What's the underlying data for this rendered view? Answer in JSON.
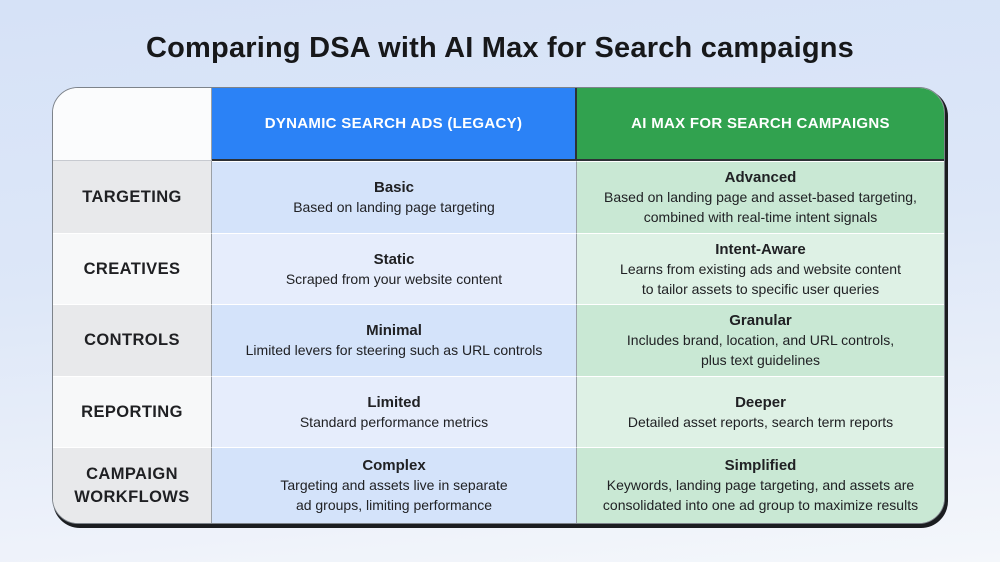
{
  "page_title": "Comparing DSA with AI Max for Search campaigns",
  "colors": {
    "dsa_header": "#2b82f6",
    "aimax_header": "#31a24f",
    "dsa_cell_dark": "#d4e3fa",
    "dsa_cell_light": "#e6edfc",
    "aimax_cell_dark": "#c9e8d4",
    "aimax_cell_light": "#def1e5",
    "label_cell_dark": "#e8e9eb",
    "label_cell_light": "#f7f8f9"
  },
  "table": {
    "columns": [
      {
        "label": "DYNAMIC SEARCH ADS (LEGACY)"
      },
      {
        "label": "AI MAX FOR SEARCH CAMPAIGNS"
      }
    ],
    "rows": [
      {
        "label": "TARGETING",
        "dsa": {
          "title": "Basic",
          "description": "Based on landing page targeting"
        },
        "aimax": {
          "title": "Advanced",
          "description": "Based on landing page and asset-based targeting,\ncombined with real-time intent signals"
        }
      },
      {
        "label": "CREATIVES",
        "dsa": {
          "title": "Static",
          "description": "Scraped from your website content"
        },
        "aimax": {
          "title": "Intent-Aware",
          "description": "Learns from existing ads and website content\nto tailor assets to specific user queries"
        }
      },
      {
        "label": "CONTROLS",
        "dsa": {
          "title": "Minimal",
          "description": "Limited levers for steering such as URL controls"
        },
        "aimax": {
          "title": "Granular",
          "description": "Includes brand, location, and URL controls,\nplus text guidelines"
        }
      },
      {
        "label": "REPORTING",
        "dsa": {
          "title": "Limited",
          "description": "Standard performance metrics"
        },
        "aimax": {
          "title": "Deeper",
          "description": "Detailed asset reports, search term reports"
        }
      },
      {
        "label": "CAMPAIGN\nWORKFLOWS",
        "dsa": {
          "title": "Complex",
          "description": "Targeting and assets live in separate\nad groups, limiting performance"
        },
        "aimax": {
          "title": "Simplified",
          "description": "Keywords, landing page targeting, and assets are\nconsolidated into one ad group to maximize results"
        }
      }
    ]
  }
}
